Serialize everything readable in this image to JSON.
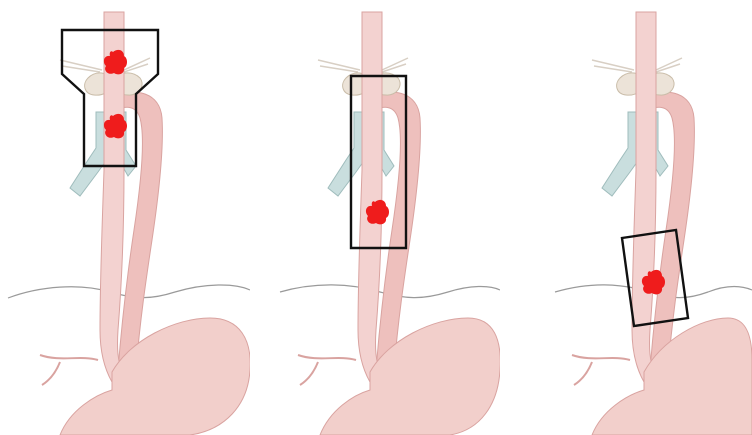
{
  "figure": {
    "panels": [
      {
        "id": "upper",
        "tumors": 2,
        "frame": "irregular"
      },
      {
        "id": "middle",
        "tumors": 1,
        "frame": "rectangle"
      },
      {
        "id": "lower",
        "tumors": 1,
        "frame": "tilted-rectangle"
      }
    ]
  },
  "colors": {
    "esophagus": "#f3d2d0",
    "esophagus_stroke": "#d9a3a0",
    "aorta": "#eec0bd",
    "airway": "#c9dede",
    "thyroid": "#ece3d8",
    "stomach": "#f2cfcb",
    "tumor": "#ef1c1c",
    "frame": "#111111",
    "diaphragm": "#9a9a9a"
  }
}
